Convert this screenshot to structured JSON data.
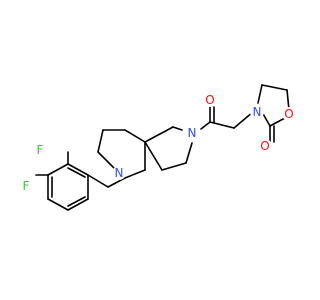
{
  "molecule": {
    "atoms": [
      {
        "id": "F1",
        "label": "F",
        "color": "#33cc33"
      },
      {
        "id": "F2",
        "label": "F",
        "color": "#33cc33"
      },
      {
        "id": "N_pip",
        "label": "N",
        "color": "#3050f8"
      },
      {
        "id": "N_pyr",
        "label": "N",
        "color": "#3050f8"
      },
      {
        "id": "O_ketone",
        "label": "O",
        "color": "#ff0d0d"
      },
      {
        "id": "N_ox",
        "label": "N",
        "color": "#3050f8"
      },
      {
        "id": "O_ring",
        "label": "O",
        "color": "#ff0d0d"
      },
      {
        "id": "O_carbonyl",
        "label": "O",
        "color": "#ff0d0d"
      }
    ],
    "bond_color": "#000000"
  }
}
